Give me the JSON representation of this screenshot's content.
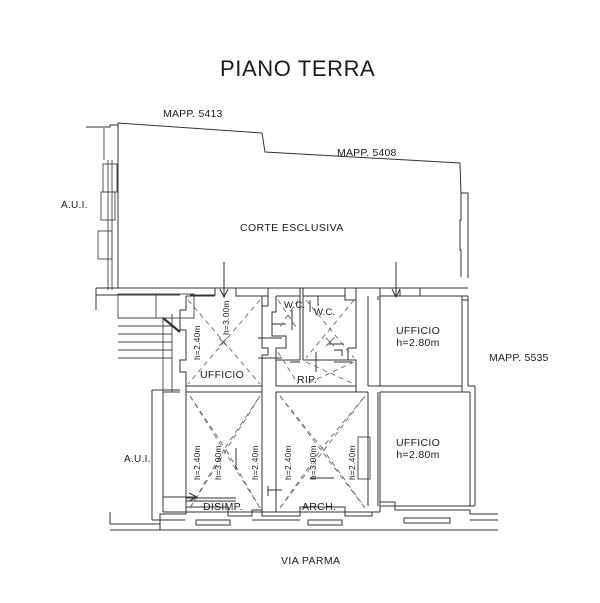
{
  "drawing": {
    "title": "PIANO TERRA",
    "street_label": "VIA PARMA",
    "line_color": "#333333",
    "vault_line_color": "#6b6b6b",
    "background": "#ffffff"
  },
  "parcels": [
    {
      "name": "mapp-5413",
      "label": "MAPP. 5413"
    },
    {
      "name": "mapp-5408",
      "label": "MAPP. 5408"
    },
    {
      "name": "mapp-5535",
      "label": "MAPP. 5535"
    }
  ],
  "areas": [
    {
      "name": "courtyard",
      "label": "CORTE ESCLUSIVA"
    },
    {
      "name": "aui-upper",
      "label": "A.U.I."
    },
    {
      "name": "aui-lower",
      "label": "A.U.I."
    }
  ],
  "rooms": [
    {
      "name": "ufficio-center-left",
      "label": "UFFICIO",
      "height": ""
    },
    {
      "name": "ufficio-right-upper",
      "label": "UFFICIO",
      "height": "h=2.80m"
    },
    {
      "name": "ufficio-right-lower",
      "label": "UFFICIO",
      "height": "h=2.80m"
    },
    {
      "name": "wc-left",
      "label": "W.C."
    },
    {
      "name": "wc-right",
      "label": "W.C."
    },
    {
      "name": "ripostiglio",
      "label": "RIP."
    },
    {
      "name": "disimpegno",
      "label": "DISIMP."
    },
    {
      "name": "archivio",
      "label": "ARCH."
    }
  ],
  "height_marks": [
    {
      "name": "h-ufficio-a",
      "label": "h=2.40m"
    },
    {
      "name": "h-ufficio-b",
      "label": "h=3.00m"
    },
    {
      "name": "h-disimp-a",
      "label": "h=2.40m"
    },
    {
      "name": "h-disimp-b",
      "label": "h=3.00m"
    },
    {
      "name": "h-disimp-c",
      "label": "h=2.40m"
    },
    {
      "name": "h-arch-a",
      "label": "h=2.40m"
    },
    {
      "name": "h-arch-b",
      "label": "h=3.00m"
    },
    {
      "name": "h-arch-c",
      "label": "h=2.40m"
    }
  ]
}
